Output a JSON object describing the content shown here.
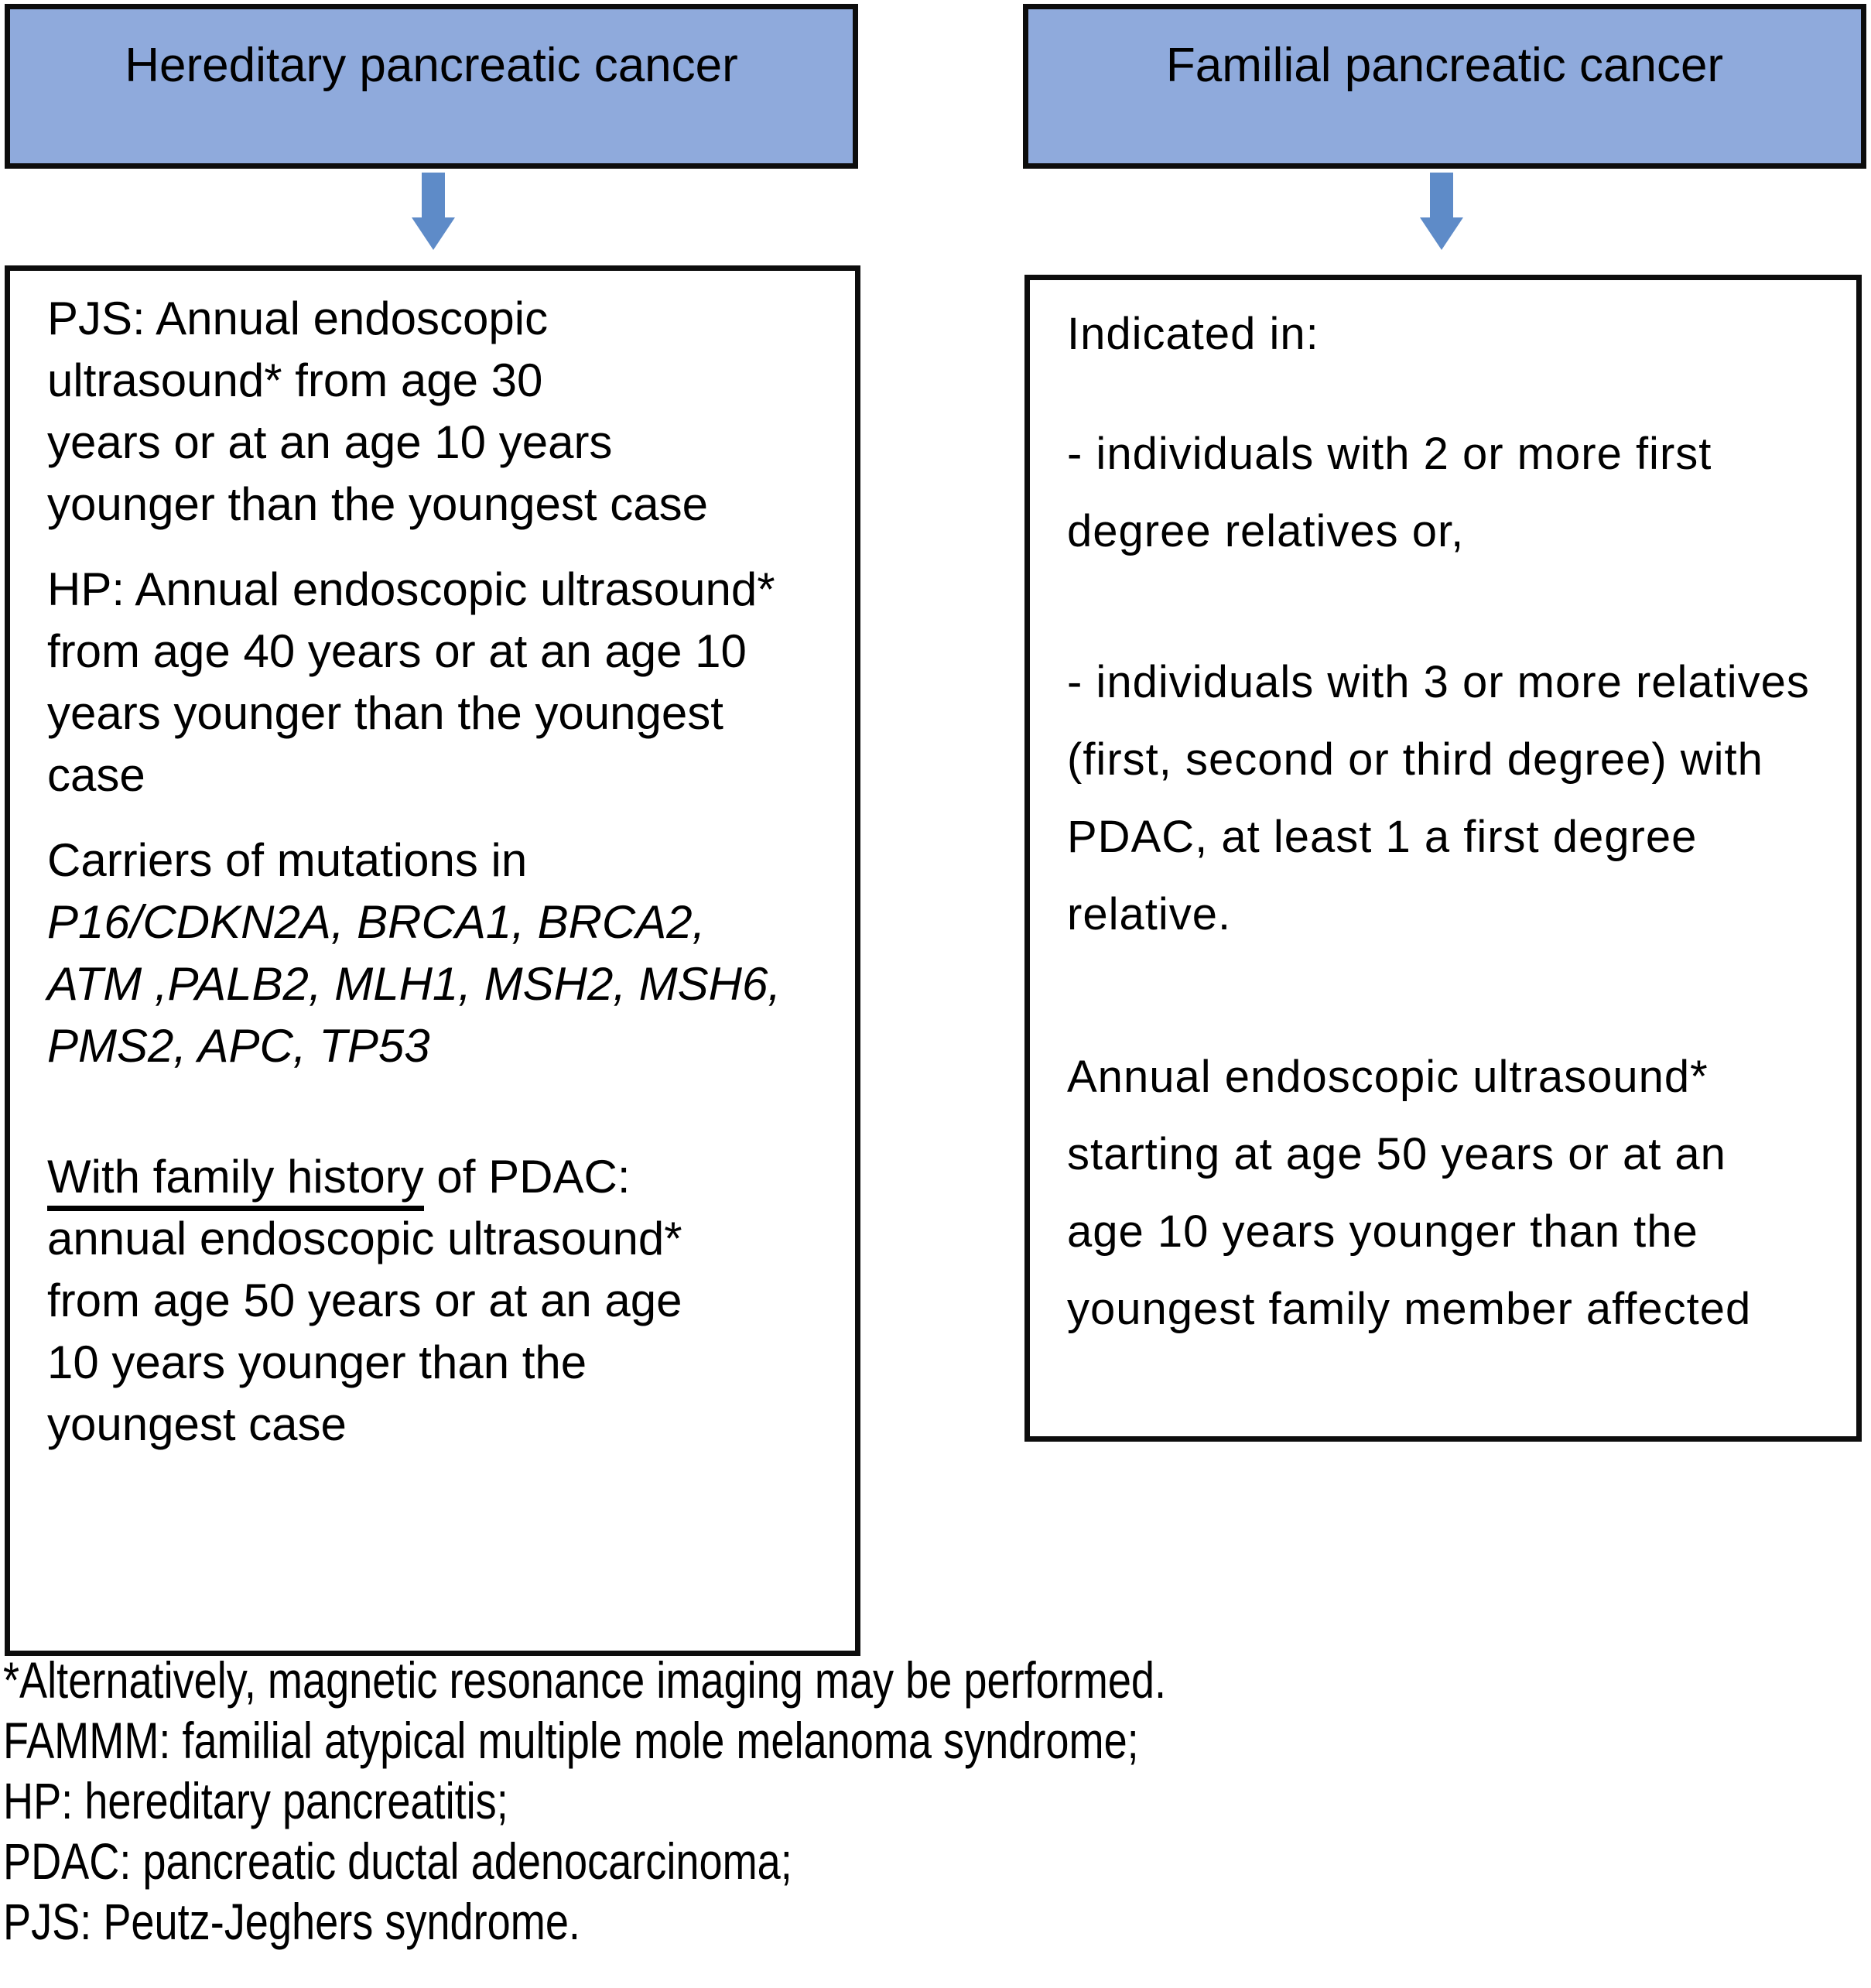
{
  "colors": {
    "header_fill": "#8FAADC",
    "arrow": "#5E8BC8",
    "box_border": "#0D0D0D",
    "text": "#000000"
  },
  "left": {
    "header": "Hereditary pancreatic cancer",
    "arrow_icon": "down-arrow",
    "box": {
      "pjs_paragraph": "PJS: Annual endoscopic\nultrasound* from age 30\nyears or at an age 10 years\nyounger than the youngest case",
      "hp_paragraph": "HP: Annual endoscopic ultrasound*\nfrom age 40 years or at an age 10\nyears younger than the youngest\ncase",
      "carriers_intro": "Carriers of mutations in",
      "gene_list": "P16/CDKN2A, BRCA1, BRCA2,\nATM ,PALB2, MLH1, MSH2, MSH6,\nPMS2, APC, TP53",
      "family_history_underlined": "With family history",
      "family_history_rest": " of PDAC:\nannual endoscopic ultrasound*\nfrom age 50 years or at an age\n10 years younger than the\nyoungest case"
    }
  },
  "right": {
    "header": "Familial pancreatic cancer",
    "arrow_icon": "down-arrow",
    "box": {
      "indicated_in": "Indicated in:",
      "two_first_degree": "- individuals with 2 or more first\ndegree relatives or,",
      "three_relatives": "- individuals with 3 or more relatives\n(first, second or third degree) with\nPDAC, at least 1 a first degree\nrelative.",
      "annual_eus": "Annual endoscopic ultrasound*\nstarting at age 50 years or at an\nage 10 years younger than the\nyoungest family member affected"
    }
  },
  "footnotes": [
    "*Alternatively, magnetic resonance imaging may be performed.",
    "FAMMM: familial atypical multiple mole melanoma syndrome;",
    "HP: hereditary pancreatitis;",
    "PDAC: pancreatic ductal adenocarcinoma;",
    "PJS: Peutz-Jeghers syndrome."
  ]
}
